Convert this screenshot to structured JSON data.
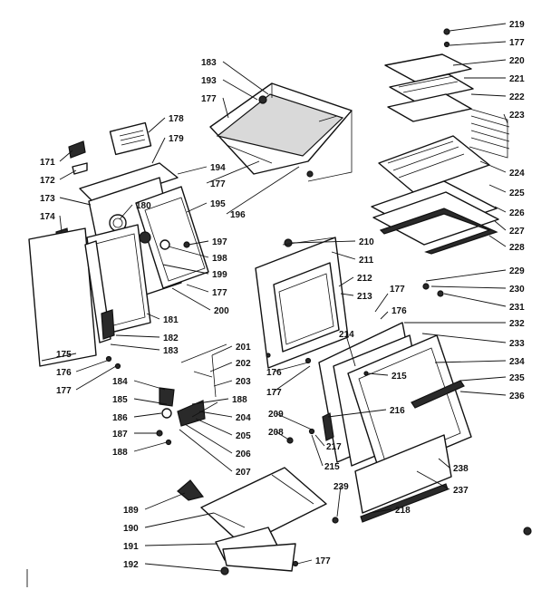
{
  "diagram": {
    "callouts": {
      "c219": "219",
      "c177a": "177",
      "c220": "220",
      "c221": "221",
      "c222": "222",
      "c223": "223",
      "c183a": "183",
      "c193": "193",
      "c177b": "177",
      "c178": "178",
      "c179": "179",
      "c171": "171",
      "c172": "172",
      "c194": "194",
      "c173": "173",
      "c174": "174",
      "c180": "180",
      "c177c": "177",
      "c195": "195",
      "c196": "196",
      "c197": "197",
      "c198": "198",
      "c199": "199",
      "c177d": "177",
      "c200": "200",
      "c224": "224",
      "c225": "225",
      "c226": "226",
      "c227": "227",
      "c228": "228",
      "c210": "210",
      "c211": "211",
      "c212": "212",
      "c213": "213",
      "c229": "229",
      "c230": "230",
      "c231": "231",
      "c177e": "177",
      "c176a": "176",
      "c232": "232",
      "c233": "233",
      "c234": "234",
      "c235": "235",
      "c236": "236",
      "c181": "181",
      "c182": "182",
      "c183b": "183",
      "c175": "175",
      "c176b": "176",
      "c177f": "177",
      "c201": "201",
      "c202": "202",
      "c203": "203",
      "c184": "184",
      "c185": "185",
      "c188a": "188",
      "c186": "186",
      "c204": "204",
      "c187": "187",
      "c205": "205",
      "c188b": "188",
      "c206": "206",
      "c207": "207",
      "c214": "214",
      "c215a": "215",
      "c216": "216",
      "c176c": "176",
      "c177g": "177",
      "c209": "209",
      "c208": "208",
      "c217": "217",
      "c215b": "215",
      "c238": "238",
      "c237": "237",
      "c239": "239",
      "c218": "218",
      "c189": "189",
      "c190": "190",
      "c191": "191",
      "c192": "192",
      "c177h": "177"
    }
  }
}
